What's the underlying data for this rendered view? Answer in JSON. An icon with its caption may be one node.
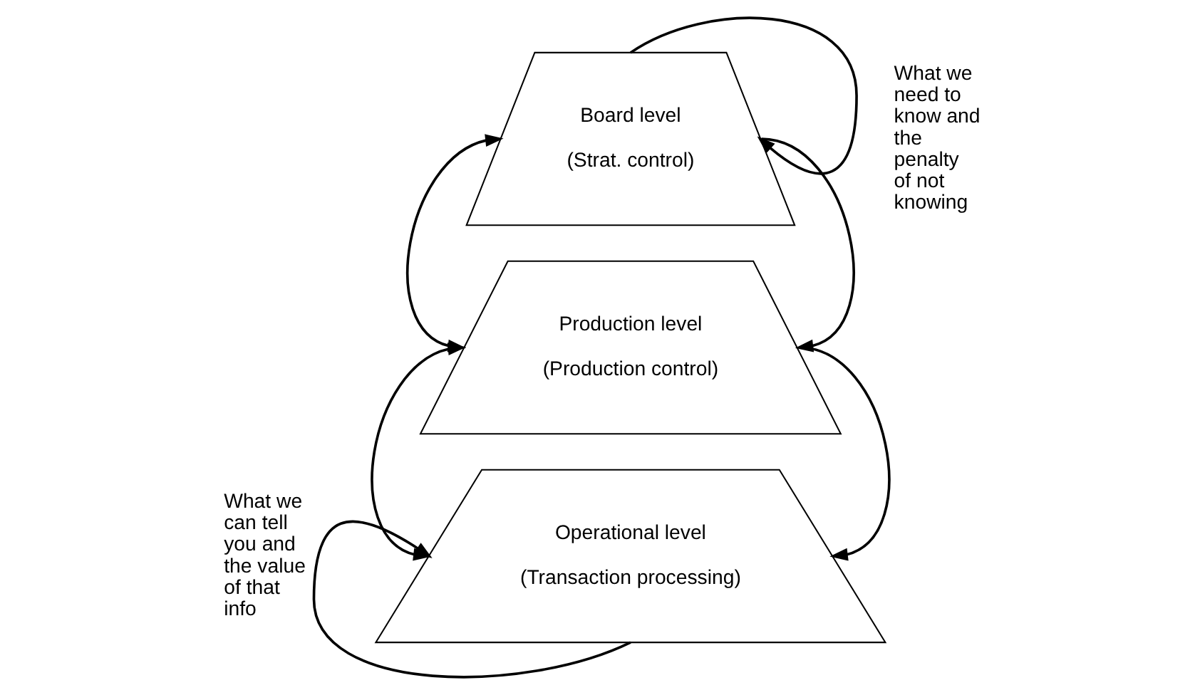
{
  "diagram": {
    "nodes": [
      {
        "text": [
          "Board level",
          "(Strat. control)"
        ]
      },
      {
        "text": [
          "Production level",
          "(Production control)"
        ]
      },
      {
        "text": [
          "Operational level",
          "(Transaction processing)"
        ]
      }
    ],
    "edges": [
      {
        "from": 0,
        "to": 0,
        "arrow": "to"
      },
      {
        "from": 0,
        "to": 1,
        "arrow": "both"
      },
      {
        "from": 0,
        "to": 1,
        "arrow": "to"
      },
      {
        "from": 1,
        "to": 2,
        "arrow": "both"
      },
      {
        "from": 1,
        "to": 2,
        "arrow": "to"
      },
      {
        "from": 2,
        "to": 2,
        "arrow": "to"
      }
    ],
    "labels": [
      "What we need to know and the penalty of not knowing",
      "What we can tell you and the value of that info"
    ]
  }
}
